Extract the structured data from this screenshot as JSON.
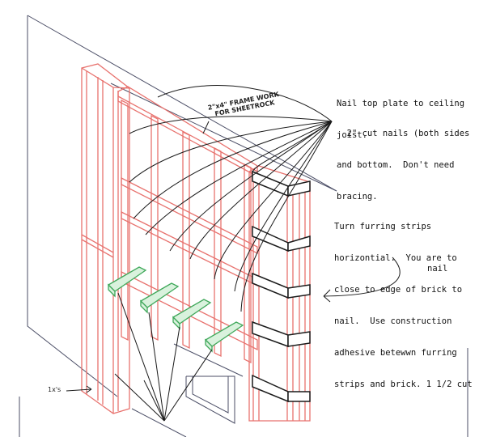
{
  "colors": {
    "lumber": "#e8726e",
    "lumber_light": "#f2a6a2",
    "structure": "#4b4e66",
    "furring": "#3fa85a",
    "furring_fill": "#d9f2dd",
    "leader": "#1a1a1a",
    "text": "#111111"
  },
  "labels": {
    "frame_line1": "2\"x4\" FRAME WORK",
    "frame_line2": "FOR SHEETROCK",
    "one_by": "1x's"
  },
  "notes": {
    "top_plate": [
      "Nail top plate to ceiling",
      "joist."
    ],
    "cut_nails": [
      "  2\" cut nails (both sides",
      "and bottom.  Don't need",
      "bracing."
    ],
    "furring": [
      "Turn furring strips",
      "horizontial.  You are to",
      "close to edge of brick to",
      "nail.  Use construction",
      "adhesive betewwn furring",
      "strips and brick. 1 1/2 cut"
    ],
    "nail": "nail"
  }
}
